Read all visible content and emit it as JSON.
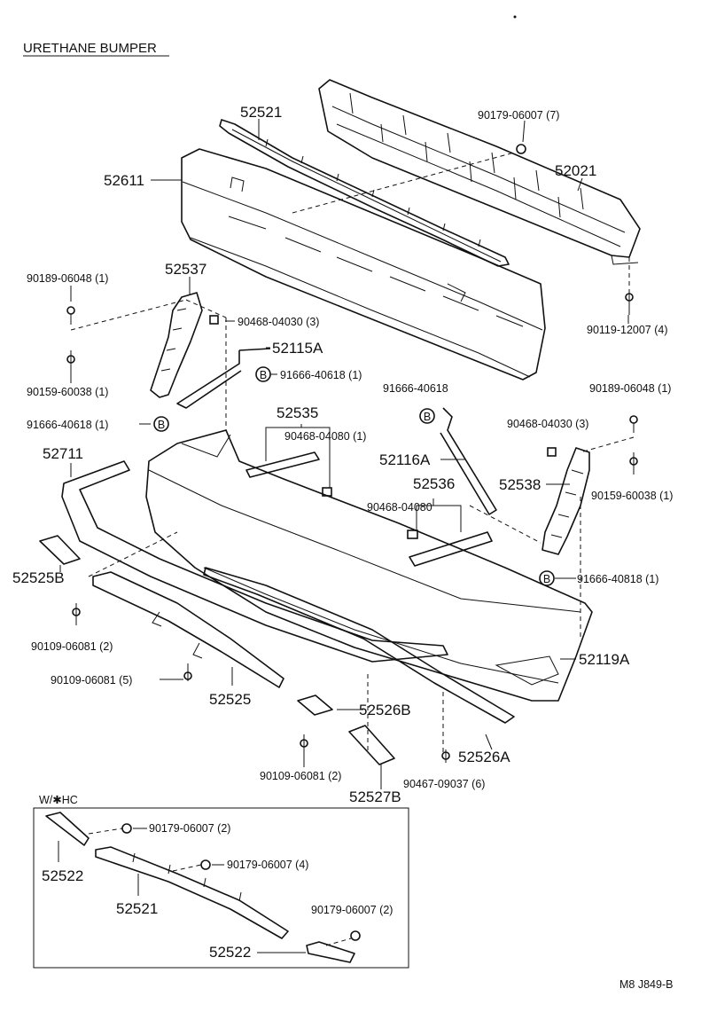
{
  "title": "URETHANE BUMPER",
  "figure_code": "M8 J849-B",
  "inset_label": "W/✱HC",
  "labels": {
    "p52521": "52521",
    "p90179_7": "90179-06007 (7)",
    "p52611": "52611",
    "p52021": "52021",
    "p90189_a": "90189-06048 (1)",
    "p52537": "52537",
    "p90468_a": "90468-04030 (3)",
    "p52115A": "52115A",
    "p91666_a": "91666-40618 (1)",
    "p90119": "90119-12007 (4)",
    "p90159_a": "90159-60038 (1)",
    "p91666_b": "91666-40618 (1)",
    "p91666_c": "91666-40618",
    "p90189_b": "90189-06048 (1)",
    "p52535": "52535",
    "p90468_b": "90468-04080 (1)",
    "p90468_c": "90468-04030 (3)",
    "p52711": "52711",
    "p52116A": "52116A",
    "p52536": "52536",
    "p52538": "52538",
    "p90468_d": "90468-04080",
    "p90159_b": "90159-60038 (1)",
    "p52525B": "52525B",
    "p91666_d": "91666-40818 (1)",
    "p90109_a": "90109-06081 (2)",
    "p52119A": "52119A",
    "p90109_b": "90109-06081 (5)",
    "p52525": "52525",
    "p52526B": "52526B",
    "p90109_c": "90109-06081 (2)",
    "p52526A": "52526A",
    "p90467": "90467-09037 (6)",
    "p52527B": "52527B",
    "i90179_a": "90179-06007 (2)",
    "i52522_a": "52522",
    "i90179_b": "90179-06007 (4)",
    "i52521": "52521",
    "i90179_c": "90179-06007 (2)",
    "i52522_b": "52522"
  },
  "callout_letter": "B"
}
